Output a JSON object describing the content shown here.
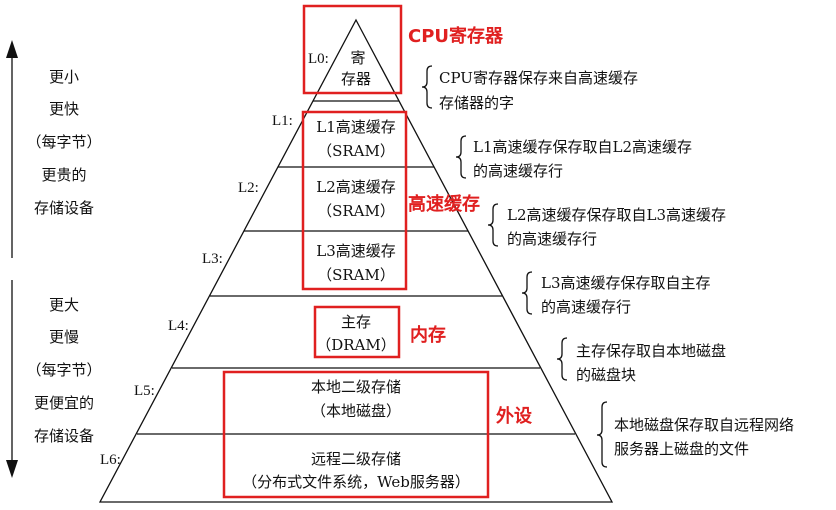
{
  "colors": {
    "ink": "#111111",
    "highlight": "#e02020",
    "background": "#ffffff"
  },
  "levels": [
    {
      "id": "L0",
      "label": "L0:",
      "lines": [
        "寄",
        "存器"
      ],
      "note": [
        "CPU寄存器保存来自高速缓存",
        "存储器的字"
      ]
    },
    {
      "id": "L1",
      "label": "L1:",
      "lines": [
        "L1高速缓存",
        "（SRAM）"
      ],
      "note": [
        "L1高速缓存保存取自L2高速缓存",
        "的高速缓存行"
      ]
    },
    {
      "id": "L2",
      "label": "L2:",
      "lines": [
        "L2高速缓存",
        "（SRAM）"
      ],
      "note": [
        "L2高速缓存保存取自L3高速缓存",
        "的高速缓存行"
      ]
    },
    {
      "id": "L3",
      "label": "L3:",
      "lines": [
        "L3高速缓存",
        "（SRAM）"
      ],
      "note": [
        "L3高速缓存保存取自主存",
        "的高速缓存行"
      ]
    },
    {
      "id": "L4",
      "label": "L4:",
      "lines": [
        "主存",
        "（DRAM）"
      ],
      "note": [
        "主存保存取自本地磁盘",
        "的磁盘块"
      ]
    },
    {
      "id": "L5",
      "label": "L5:",
      "lines": [
        "本地二级存储",
        "（本地磁盘）"
      ],
      "note": [
        "本地磁盘保存取自远程网络",
        "服务器上磁盘的文件"
      ]
    },
    {
      "id": "L6",
      "label": "L6:",
      "lines": [
        "远程二级存储",
        "（分布式文件系统，Web服务器）"
      ],
      "note": []
    }
  ],
  "top_side": [
    "更小",
    "更快",
    "（每字节）",
    "更贵的",
    "存储设备"
  ],
  "bottom_side": [
    "更大",
    "更慢",
    "（每字节）",
    "更便宜的",
    "存储设备"
  ],
  "callouts": {
    "cpu": "CPU寄存器",
    "cache": "高速缓存",
    "memory": "内存",
    "peripheral": "外设"
  }
}
